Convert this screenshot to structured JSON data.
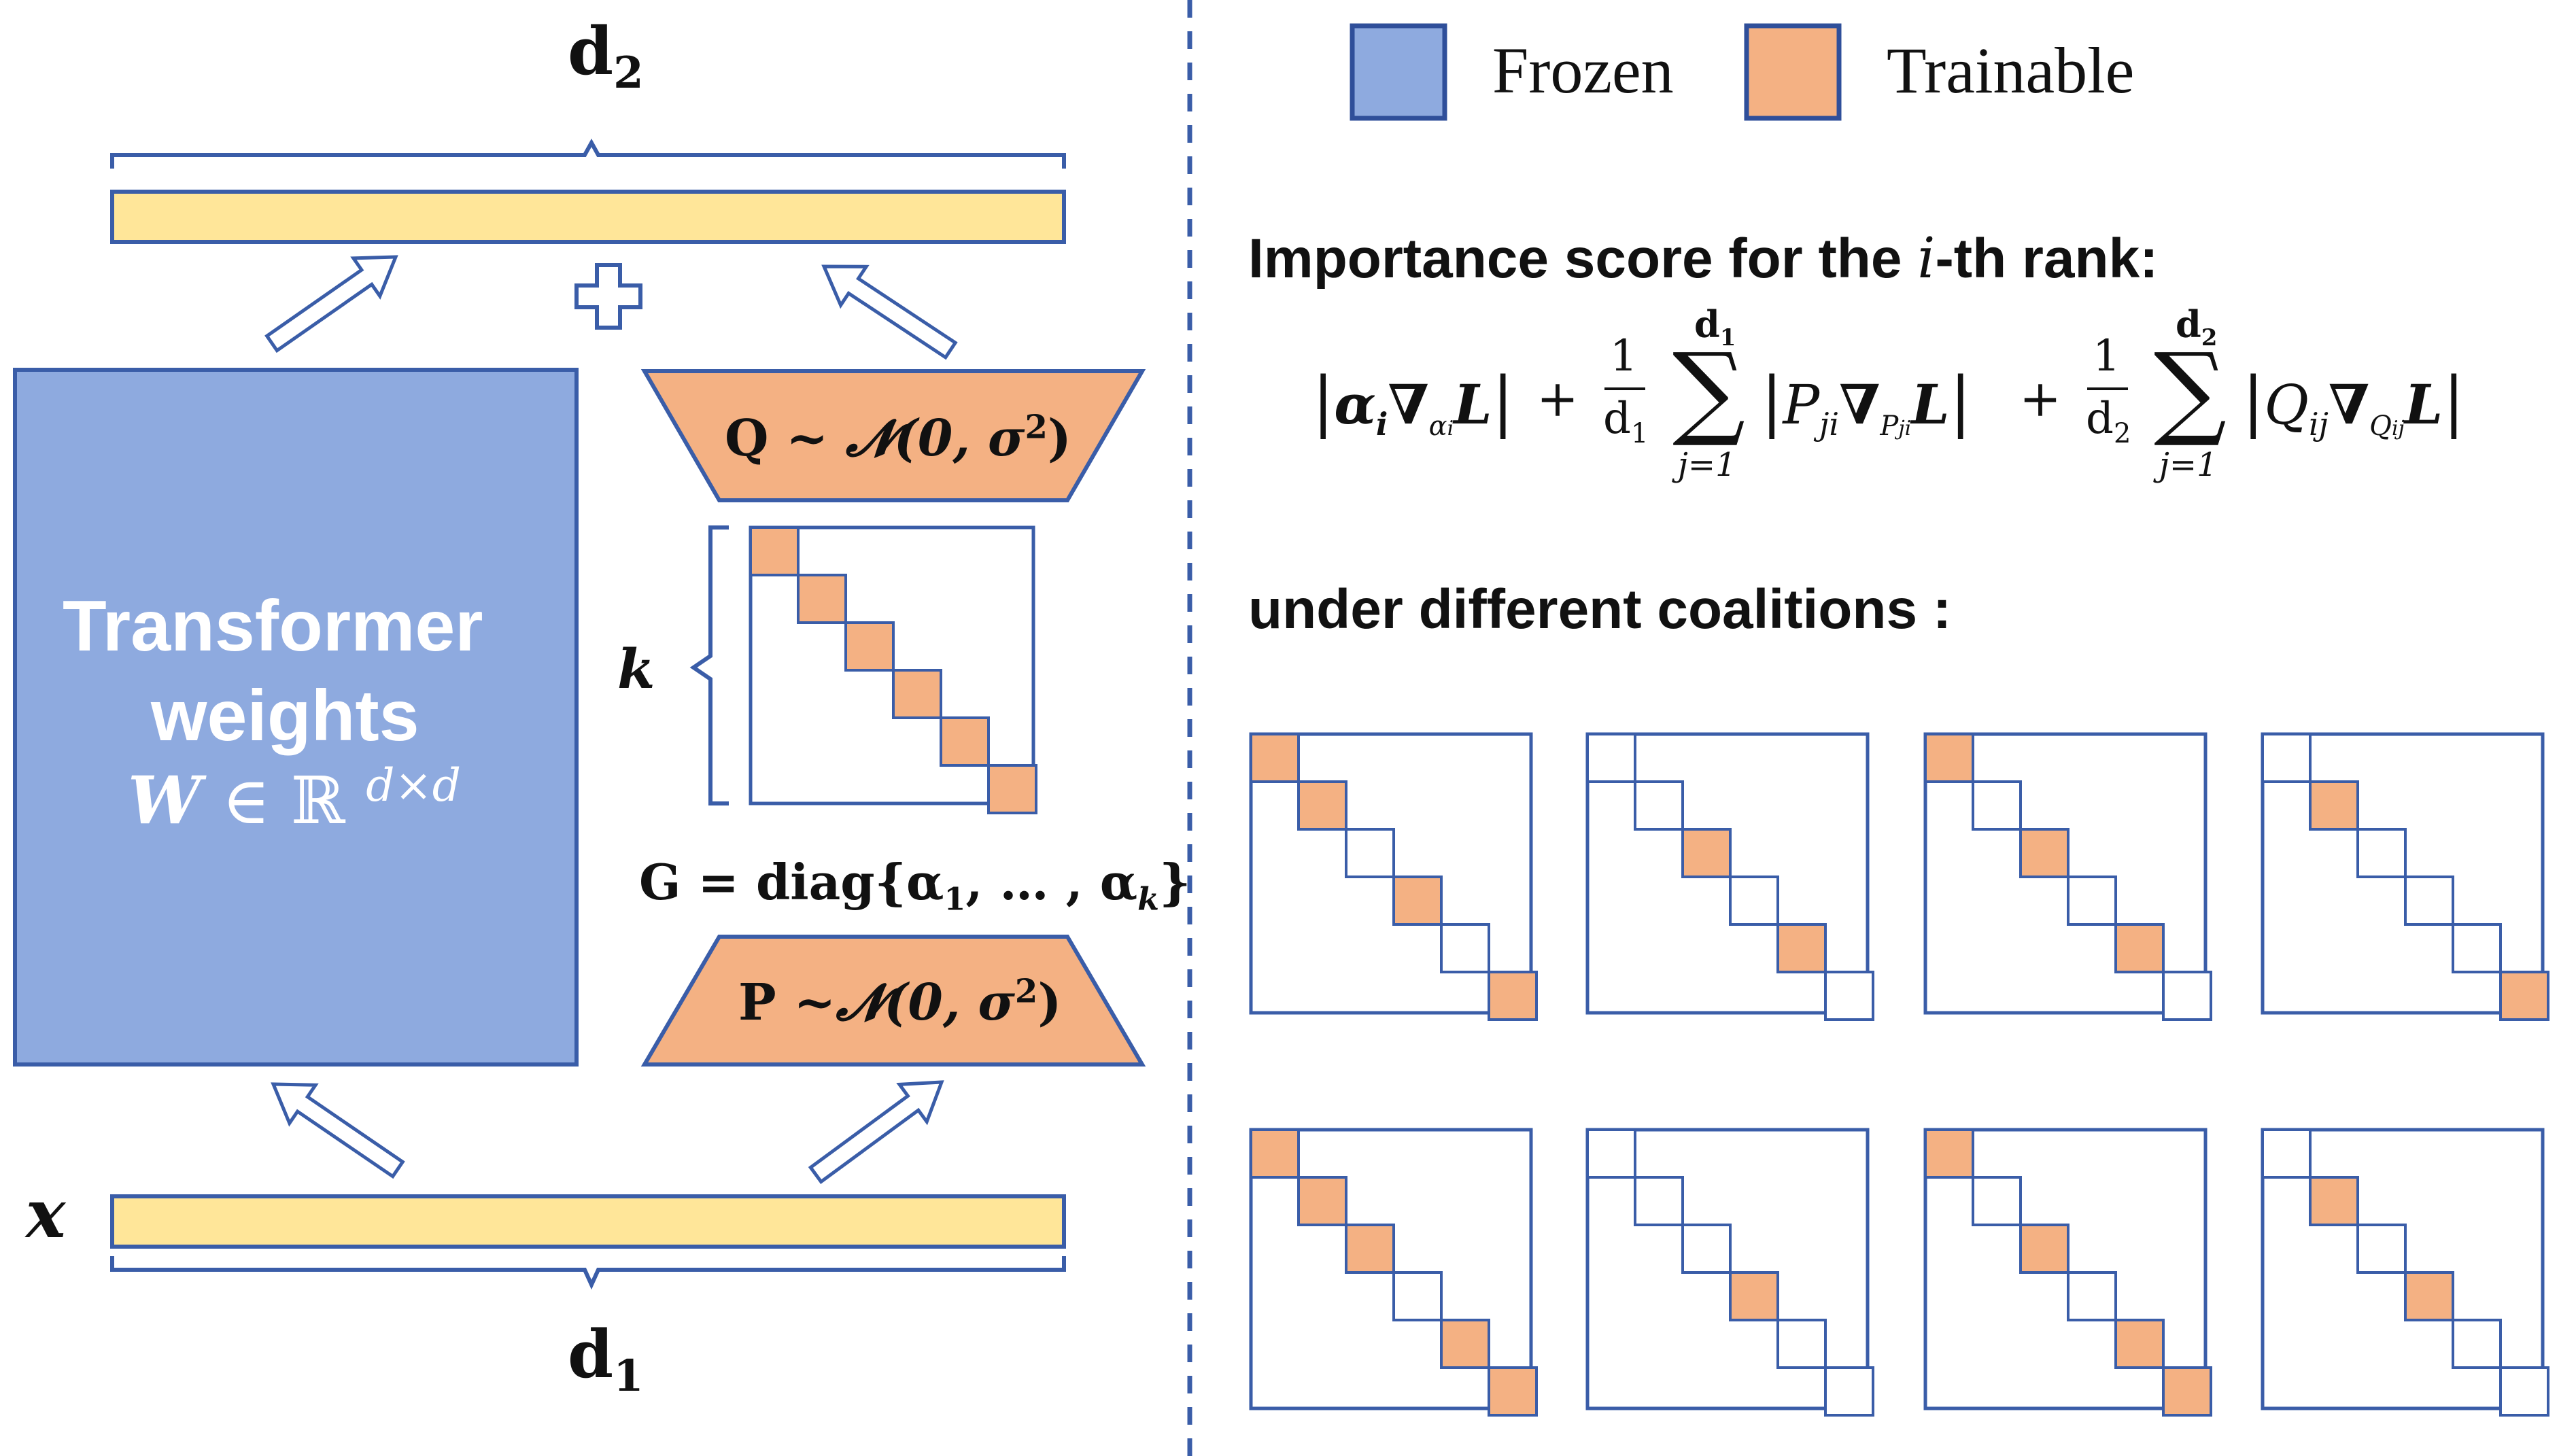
{
  "colors": {
    "frozen_fill": "#8eaadf",
    "frozen_stroke": "#3a5da8",
    "trainable_fill": "#f4b183",
    "trainable_stroke": "#3a5da8",
    "vector_fill": "#ffe699",
    "line_blue": "#3a5da8",
    "text": "#111111"
  },
  "left": {
    "top_dim": {
      "main": "d",
      "sub": "2"
    },
    "bottom_dim": {
      "main": "d",
      "sub": "1"
    },
    "input_label": "x",
    "plus_icon": "plus-icon",
    "weights_title_line1": "Transformer",
    "weights_title_line2": "weights",
    "weights_formula": {
      "w": "W",
      "in": "∈",
      "r": "ℝ",
      "exp": "d×d"
    },
    "q_label": {
      "head": "Q",
      "tilde": "~",
      "dist": "𝓝(0, σ",
      "exp": "2",
      "close": ")"
    },
    "p_label": {
      "head": "P",
      "tilde": "~",
      "dist": "𝓝(0, σ",
      "exp": "2",
      "close": ")"
    },
    "k_label": "k",
    "g_label": {
      "head": "G = diag{α",
      "sub1": "1",
      "mid": ", … , α",
      "subk": "k",
      "close": "}"
    },
    "main_matrix_size": 6,
    "main_matrix_trainable": [
      0,
      1,
      2,
      3,
      4,
      5
    ]
  },
  "legend": {
    "frozen": "Frozen",
    "trainable": "Trainable"
  },
  "right": {
    "importance_heading": {
      "pre": "Importance score for the ",
      "i": "i",
      "post": "-th rank:"
    },
    "formula": {
      "term1": "|α_i ∇_{α_i} L|",
      "plus": "+",
      "frac_num": "1",
      "frac_den1": "d",
      "frac_den1_sub": "1",
      "frac_den2": "d",
      "frac_den2_sub": "2",
      "sum_top1": "d",
      "sum_top1_sub": "1",
      "sum_top2": "d",
      "sum_top2_sub": "2",
      "sum_bottom": "j=1",
      "term2": "|P_ji ∇_{P_ji} L|",
      "term3": "|Q_ij ∇_{Q_ij} L|"
    },
    "coalitions_heading": "under different coalitions :",
    "coalitions": [
      {
        "trainable": [
          0,
          1,
          3,
          5
        ]
      },
      {
        "trainable": [
          2,
          4
        ]
      },
      {
        "trainable": [
          0,
          2,
          4
        ]
      },
      {
        "trainable": [
          1,
          5
        ]
      },
      {
        "trainable": [
          0,
          1,
          2,
          4,
          5
        ]
      },
      {
        "trainable": [
          3
        ]
      },
      {
        "trainable": [
          0,
          2,
          4,
          5
        ]
      },
      {
        "trainable": [
          1,
          3
        ]
      }
    ]
  }
}
